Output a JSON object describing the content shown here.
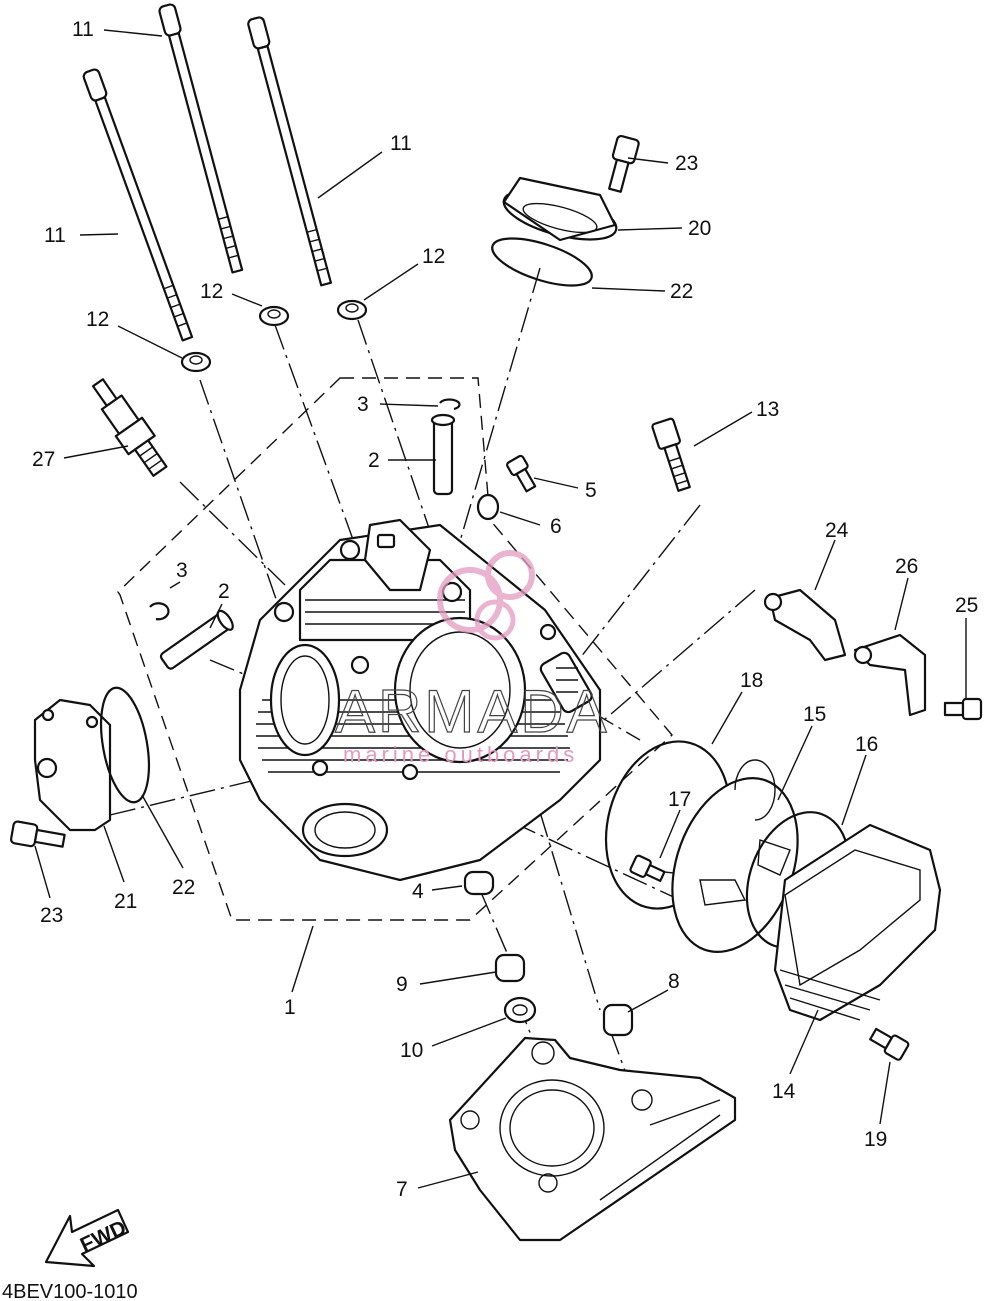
{
  "diagram": {
    "code": "4BEV100-1010",
    "fwd_label": "FWD",
    "watermark": {
      "brand": "ARMADA",
      "tagline": "marine outboards",
      "colors": {
        "logo": "#e39ac0",
        "text": "#444444"
      }
    },
    "callouts": [
      {
        "id": "c11a",
        "text": "11"
      },
      {
        "id": "c11b",
        "text": "11"
      },
      {
        "id": "c11c",
        "text": "11"
      },
      {
        "id": "c23a",
        "text": "23"
      },
      {
        "id": "c20",
        "text": "20"
      },
      {
        "id": "c22a",
        "text": "22"
      },
      {
        "id": "c12a",
        "text": "12"
      },
      {
        "id": "c12b",
        "text": "12"
      },
      {
        "id": "c12c",
        "text": "12"
      },
      {
        "id": "c3a",
        "text": "3"
      },
      {
        "id": "c2a",
        "text": "2"
      },
      {
        "id": "c13",
        "text": "13"
      },
      {
        "id": "c5",
        "text": "5"
      },
      {
        "id": "c6",
        "text": "6"
      },
      {
        "id": "c27",
        "text": "27"
      },
      {
        "id": "c24",
        "text": "24"
      },
      {
        "id": "c26",
        "text": "26"
      },
      {
        "id": "c25",
        "text": "25"
      },
      {
        "id": "c3b",
        "text": "3"
      },
      {
        "id": "c2b",
        "text": "2"
      },
      {
        "id": "c18",
        "text": "18"
      },
      {
        "id": "c15",
        "text": "15"
      },
      {
        "id": "c16",
        "text": "16"
      },
      {
        "id": "c17",
        "text": "17"
      },
      {
        "id": "c4",
        "text": "4"
      },
      {
        "id": "c22b",
        "text": "22"
      },
      {
        "id": "c23b",
        "text": "23"
      },
      {
        "id": "c21",
        "text": "21"
      },
      {
        "id": "c1",
        "text": "1"
      },
      {
        "id": "c9",
        "text": "9"
      },
      {
        "id": "c8",
        "text": "8"
      },
      {
        "id": "c10",
        "text": "10"
      },
      {
        "id": "c14",
        "text": "14"
      },
      {
        "id": "c19",
        "text": "19"
      },
      {
        "id": "c7",
        "text": "7"
      }
    ]
  }
}
